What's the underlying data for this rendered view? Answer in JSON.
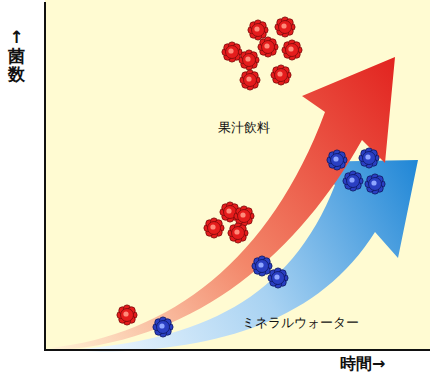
{
  "diagram": {
    "labels": [
      "↑菌数",
      "果汁飲料",
      "ミネラルウォーター",
      "時間→"
    ]
  }
}
